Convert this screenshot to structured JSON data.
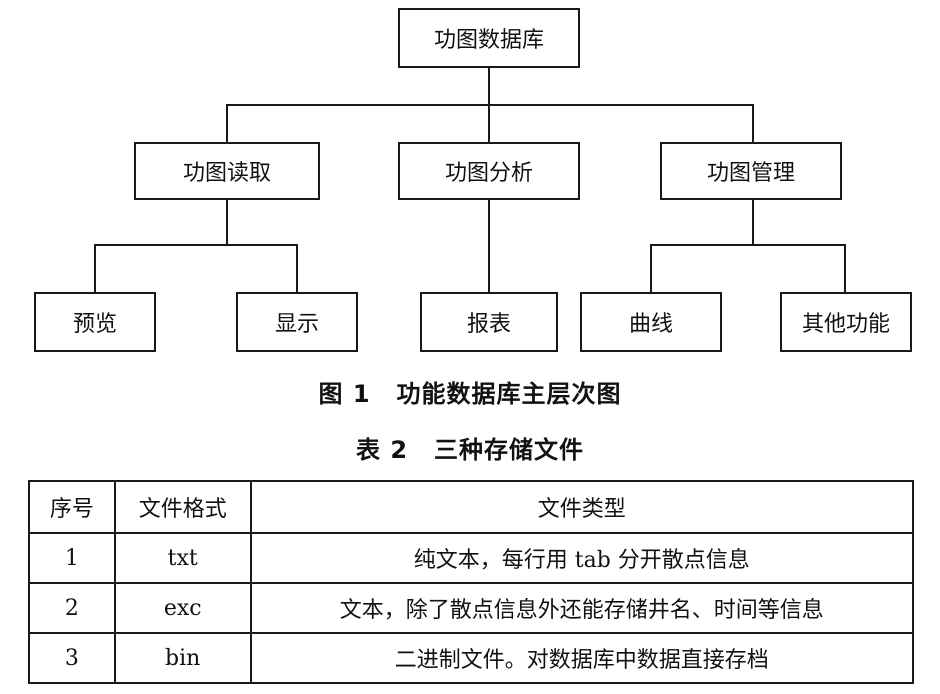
{
  "diagram": {
    "root": "功图数据库",
    "level2": [
      "功图读取",
      "功图分析",
      "功图管理"
    ],
    "level3": [
      "预览",
      "显示",
      "报表",
      "曲线",
      "其他功能"
    ]
  },
  "figure_caption": {
    "number": "图 1",
    "text": "功能数据库主层次图"
  },
  "table_caption": {
    "number": "表 2",
    "text": "三种存储文件"
  },
  "table": {
    "headers": [
      "序号",
      "文件格式",
      "文件类型"
    ],
    "rows": [
      [
        "1",
        "txt",
        "纯文本，每行用 tab 分开散点信息"
      ],
      [
        "2",
        "exc",
        "文本，除了散点信息外还能存储井名、时间等信息"
      ],
      [
        "3",
        "bin",
        "二进制文件。对数据库中数据直接存档"
      ]
    ]
  }
}
